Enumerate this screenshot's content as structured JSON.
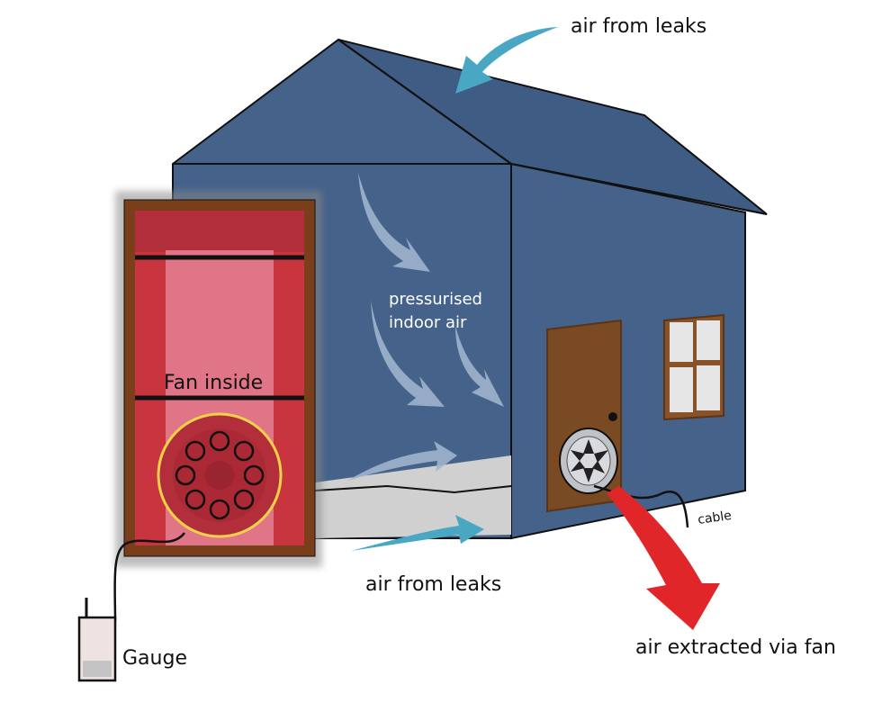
{
  "labels": {
    "air_leaks_top": "air from leaks",
    "air_leaks_bottom": "air from leaks",
    "pressurised_line1": "pressurised",
    "pressurised_line2": "indoor air",
    "fan_inside": "Fan inside",
    "cable": "cable",
    "gauge": "Gauge",
    "air_extracted": "air extracted via fan"
  },
  "colors": {
    "house_wall": "#45628a",
    "house_roof": "#3f5c84",
    "outline": "#111111",
    "door": "#7a4a22",
    "window_frame": "#8a5228",
    "window_pane": "#e6e6e6",
    "door_frame": "#6b3d1c",
    "fan_frame_panel": "#c8353f",
    "fan_frame_center": "#e07587",
    "fan_circle": "#b12e3a",
    "fan_ring": "#f3d24a",
    "leak_arrow": "#4aa7c4",
    "inside_arrow": "#9fb4cc",
    "extract_arrow": "#e1262a",
    "floor": "#d0d0d0"
  },
  "icons": {
    "door_fan": "fan-grille-icon",
    "gauge": "gauge-device-icon"
  }
}
